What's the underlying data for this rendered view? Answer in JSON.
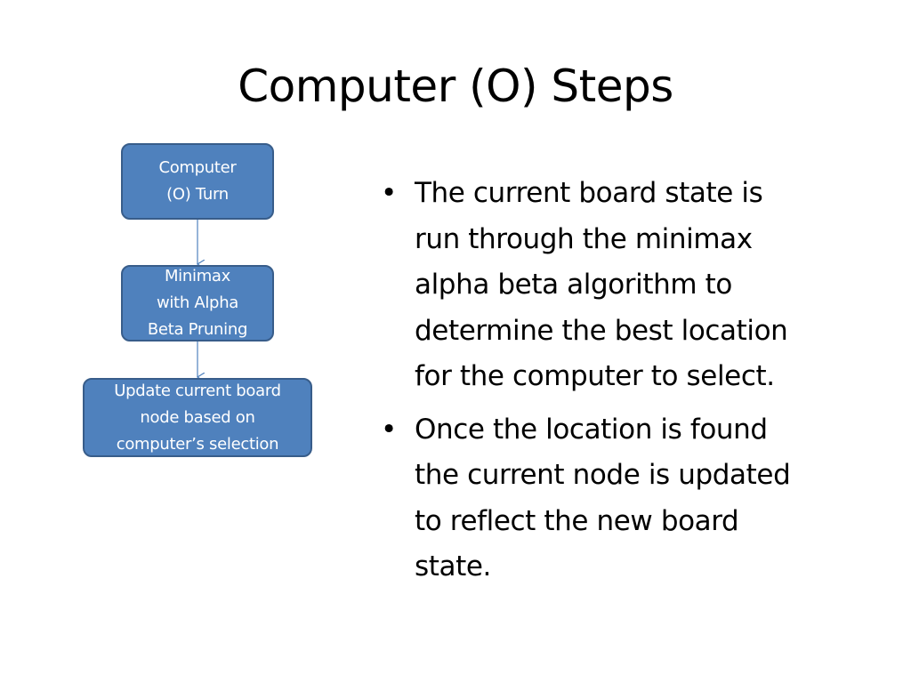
{
  "slide": {
    "title": "Computer (O) Steps"
  },
  "flowchart": {
    "nodes": [
      {
        "label": "Computer\n(O) Turn"
      },
      {
        "label": "Minimax\nwith Alpha\nBeta Pruning"
      },
      {
        "label": "Update current board\nnode based on\ncomputer’s selection"
      }
    ],
    "colors": {
      "fill": "#4f81bd",
      "border": "#385d8a",
      "connector": "#4f81bd",
      "text": "#ffffff"
    }
  },
  "bullets": {
    "marker": "•",
    "items": [
      {
        "text": "The current board state is\nrun through the minimax\nalpha beta algorithm to\ndetermine the best location\nfor the computer to select."
      },
      {
        "text": "Once the location is found\nthe current node is updated\nto reflect the new board\nstate."
      }
    ]
  }
}
